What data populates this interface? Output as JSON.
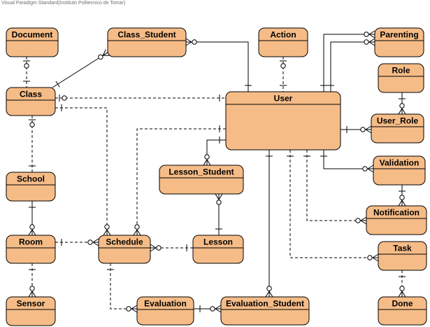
{
  "diagram": {
    "watermark": "Visual Paradigm Standard(Instituto Politecnico de Tomar)",
    "entities": [
      {
        "id": "document",
        "label": "Document"
      },
      {
        "id": "class_student",
        "label": "Class_Student"
      },
      {
        "id": "action",
        "label": "Action"
      },
      {
        "id": "parenting",
        "label": "Parenting"
      },
      {
        "id": "role",
        "label": "Role"
      },
      {
        "id": "class",
        "label": "Class"
      },
      {
        "id": "user",
        "label": "User"
      },
      {
        "id": "user_role",
        "label": "User_Role"
      },
      {
        "id": "lesson_student",
        "label": "Lesson_Student"
      },
      {
        "id": "validation",
        "label": "Validation"
      },
      {
        "id": "school",
        "label": "School"
      },
      {
        "id": "notification",
        "label": "Notification"
      },
      {
        "id": "room",
        "label": "Room"
      },
      {
        "id": "schedule",
        "label": "Schedule"
      },
      {
        "id": "lesson",
        "label": "Lesson"
      },
      {
        "id": "task",
        "label": "Task"
      },
      {
        "id": "sensor",
        "label": "Sensor"
      },
      {
        "id": "evaluation",
        "label": "Evaluation"
      },
      {
        "id": "evaluation_student",
        "label": "Evaluation_Student"
      },
      {
        "id": "done",
        "label": "Done"
      }
    ],
    "relationships": [
      {
        "from": "document",
        "to": "class",
        "from_end": "zero-or-one",
        "to_end": "one"
      },
      {
        "from": "class",
        "to": "class_student",
        "from_end": "one",
        "to_end": "zero-or-many"
      },
      {
        "from": "class_student",
        "to": "user",
        "from_end": "zero-or-many",
        "to_end": "one"
      },
      {
        "from": "action",
        "to": "user",
        "from_end": "zero-or-one",
        "to_end": "one"
      },
      {
        "from": "user",
        "to": "parenting",
        "from_end": "one",
        "to_end": "zero-or-many"
      },
      {
        "from": "user",
        "to": "parenting",
        "from_end": "one",
        "to_end": "zero-or-many"
      },
      {
        "from": "role",
        "to": "user_role",
        "from_end": "one",
        "to_end": "zero-or-many"
      },
      {
        "from": "user",
        "to": "user_role",
        "from_end": "one",
        "to_end": "zero-or-many"
      },
      {
        "from": "class",
        "to": "user",
        "from_end": "zero-or-one",
        "to_end": "one"
      },
      {
        "from": "user",
        "to": "lesson_student",
        "from_end": "one",
        "to_end": "zero-or-many"
      },
      {
        "from": "user",
        "to": "validation",
        "from_end": "one",
        "to_end": "zero-or-many"
      },
      {
        "from": "validation",
        "to": "notification",
        "from_end": "one",
        "to_end": "zero-or-many"
      },
      {
        "from": "user",
        "to": "notification",
        "from_end": "one",
        "to_end": "zero-or-many"
      },
      {
        "from": "class",
        "to": "school",
        "from_end": "zero-or-one",
        "to_end": "one"
      },
      {
        "from": "school",
        "to": "room",
        "from_end": "one",
        "to_end": "zero-or-many"
      },
      {
        "from": "room",
        "to": "schedule",
        "from_end": "one",
        "to_end": "zero-or-many"
      },
      {
        "from": "class",
        "to": "schedule",
        "from_end": "one",
        "to_end": "zero-or-many"
      },
      {
        "from": "user",
        "to": "schedule",
        "from_end": "one",
        "to_end": "zero-or-many"
      },
      {
        "from": "lesson",
        "to": "schedule",
        "from_end": "one",
        "to_end": "zero-or-many"
      },
      {
        "from": "lesson_student",
        "to": "lesson",
        "from_end": "zero-or-many",
        "to_end": "one"
      },
      {
        "from": "room",
        "to": "sensor",
        "from_end": "one",
        "to_end": "zero-or-many"
      },
      {
        "from": "schedule",
        "to": "evaluation",
        "from_end": "one",
        "to_end": "zero-or-many"
      },
      {
        "from": "evaluation",
        "to": "evaluation_student",
        "from_end": "one",
        "to_end": "zero-or-many"
      },
      {
        "from": "user",
        "to": "evaluation_student",
        "from_end": "one",
        "to_end": "zero-or-many"
      },
      {
        "from": "user",
        "to": "task",
        "from_end": "one",
        "to_end": "zero-or-many"
      },
      {
        "from": "task",
        "to": "done",
        "from_end": "one",
        "to_end": "zero-or-many"
      }
    ]
  }
}
